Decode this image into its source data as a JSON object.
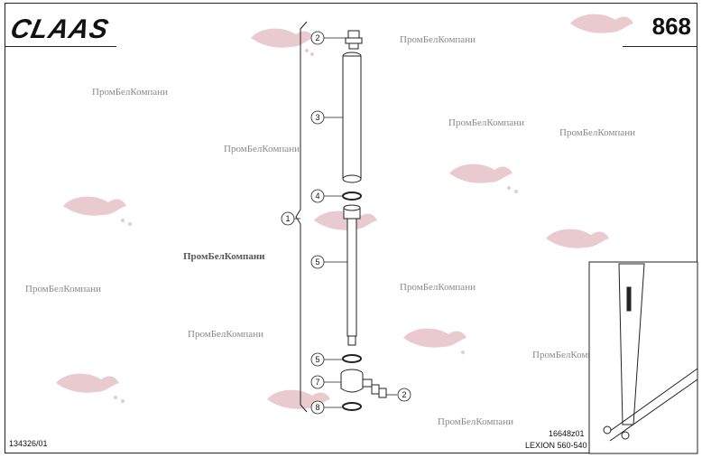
{
  "brand": {
    "logo": "CLAAS"
  },
  "page_number": "868",
  "watermark_text": "ПромБелКомпани",
  "callouts": [
    "1",
    "2",
    "3",
    "4",
    "5",
    "5",
    "7",
    "2",
    "8"
  ],
  "footer": {
    "doc_code": "134326/01",
    "drawing_code": "16648z01",
    "model": "LEXION 560-540"
  }
}
